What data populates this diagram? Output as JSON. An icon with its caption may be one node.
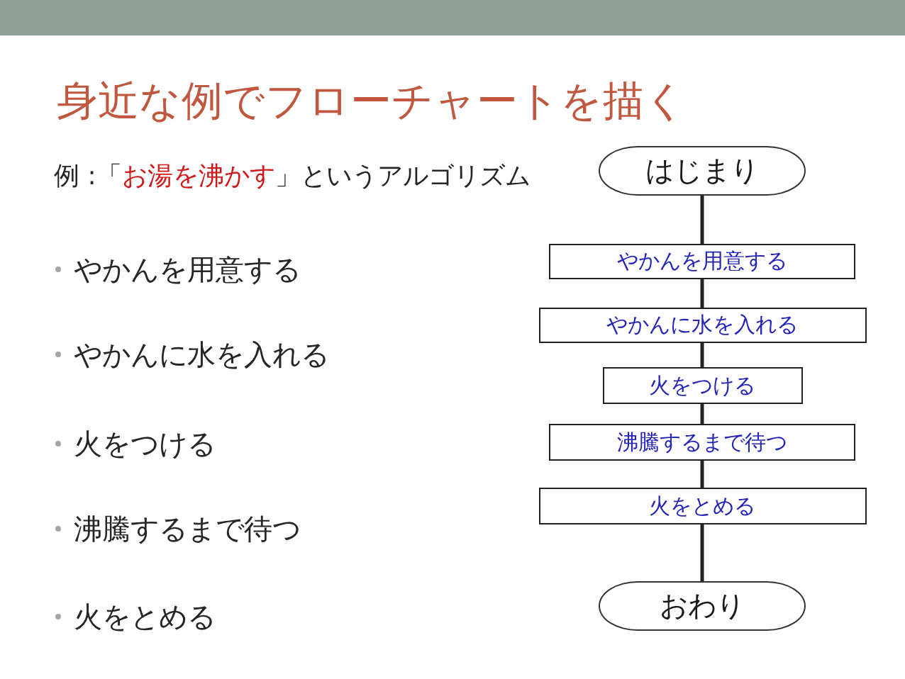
{
  "diagram": {
    "title": "身近な例でフローチャートを描く",
    "nodes": [
      {
        "text": [
          "はじまり"
        ]
      },
      {
        "text": [
          "やかんを用意する"
        ]
      },
      {
        "text": [
          "やかんに水を入れる"
        ]
      },
      {
        "text": [
          "火をつける"
        ]
      },
      {
        "text": [
          "沸騰するまで待つ"
        ]
      },
      {
        "text": [
          "火をとめる"
        ]
      },
      {
        "text": [
          "おわり"
        ]
      }
    ],
    "edges": [
      {
        "from": 0,
        "to": 1,
        "arrow": "none"
      },
      {
        "from": 1,
        "to": 2,
        "arrow": "none"
      },
      {
        "from": 2,
        "to": 3,
        "arrow": "none"
      },
      {
        "from": 3,
        "to": 4,
        "arrow": "none"
      },
      {
        "from": 4,
        "to": 5,
        "arrow": "none"
      },
      {
        "from": 5,
        "to": 6,
        "arrow": "none"
      }
    ],
    "labels": [
      "例 :「**お湯を沸かす**」というアルゴリズム",
      "やかんを用意する",
      "やかんに水を入れる",
      "火をつける",
      "沸騰するまで待つ",
      "火をとめる"
    ]
  }
}
